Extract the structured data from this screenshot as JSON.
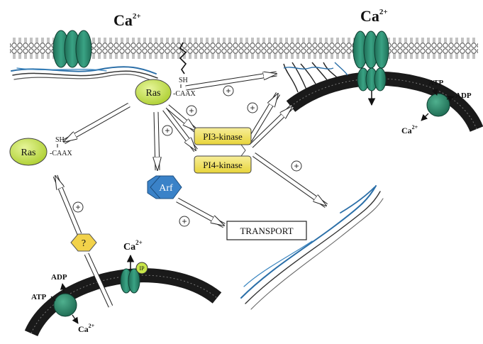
{
  "ions": {
    "ca_top_left": "Ca",
    "ca_top_left_sup": "2+",
    "ca_top_right": "Ca",
    "ca_top_right_sup": "2+",
    "ca_bottom_channel": "Ca",
    "ca_bottom_channel_sup": "2+",
    "ca_right_pump": "Ca",
    "ca_right_pump_sup": "2+",
    "ca_left_pump": "Ca",
    "ca_left_pump_sup": "2+"
  },
  "nodes": {
    "ras_membrane": "Ras",
    "ras_membrane_sh": "SH",
    "ras_membrane_caax": "-CAAX",
    "ras_cytosol": "Ras",
    "ras_cytosol_sh": "SH",
    "ras_cytosol_caax": "-CAAX",
    "pi3": "PI3-kinase",
    "pi4": "PI4-kinase",
    "arf": "Arf",
    "transport": "TRANSPORT",
    "unknown": "?",
    "ip": "IP"
  },
  "pumps": {
    "right_atp": "ATP",
    "right_adp": "ADP",
    "left_atp": "ATP",
    "left_adp": "ADP"
  },
  "plus_sign": "+",
  "colors": {
    "ras": "#c8e64a",
    "kinase": "#f2e46a",
    "arf": "#3a82c8",
    "channel": "#2e8a6e",
    "unknown": "#f2d24a",
    "membrane": "#2a2a2a"
  }
}
